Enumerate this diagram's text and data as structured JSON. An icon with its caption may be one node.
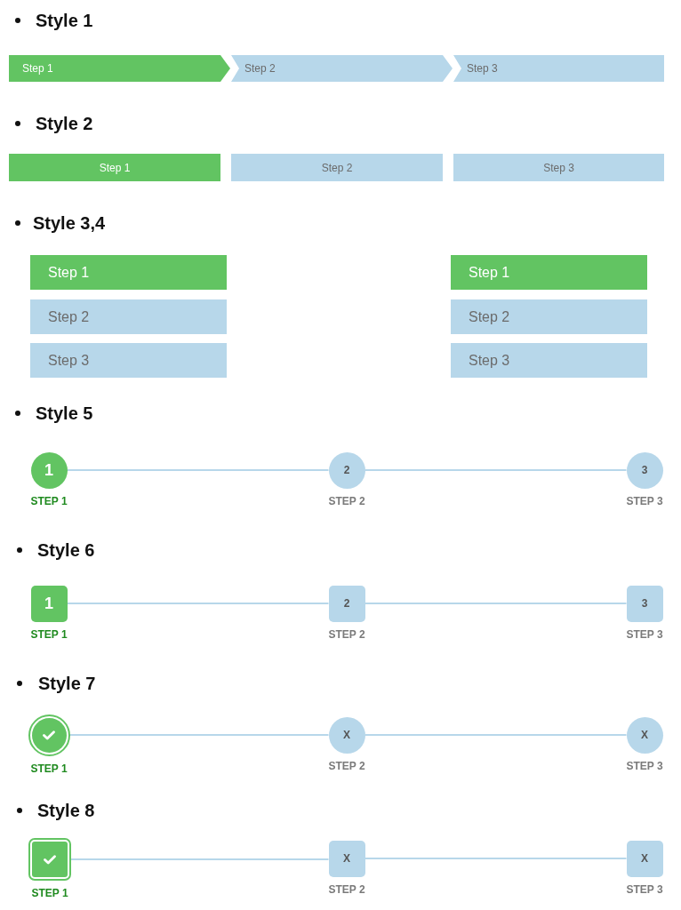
{
  "diagram": {
    "nodes": [
      {
        "text": [
          "Step 1"
        ]
      },
      {
        "text": [
          "Step 2"
        ]
      },
      {
        "text": [
          "Step 3"
        ]
      },
      {
        "text": [
          "Step 1"
        ]
      },
      {
        "text": [
          "Step 2"
        ]
      },
      {
        "text": [
          "Step 3"
        ]
      },
      {
        "text": [
          "Step 1"
        ]
      },
      {
        "text": [
          "Step 2"
        ]
      },
      {
        "text": [
          "Step 3"
        ]
      },
      {
        "text": [
          "Step 1"
        ]
      },
      {
        "text": [
          "Step 2"
        ]
      },
      {
        "text": [
          "Step 3"
        ]
      },
      {
        "text": [
          "1"
        ],
        "beside": [
          "STEP 1"
        ]
      },
      {
        "text": [
          "2"
        ],
        "beside": [
          "STEP 2"
        ]
      },
      {
        "text": [
          "3"
        ],
        "beside": [
          "STEP 3"
        ]
      },
      {
        "text": [
          "1"
        ],
        "beside": [
          "STEP 1"
        ]
      },
      {
        "text": [
          "2"
        ],
        "beside": [
          "STEP 2"
        ]
      },
      {
        "text": [
          "3"
        ],
        "beside": [
          "STEP 3"
        ]
      },
      {
        "text": [],
        "shape": "circle",
        "beside": [
          "STEP 1"
        ]
      },
      {
        "text": [
          "X"
        ],
        "beside": [
          "STEP 2"
        ]
      },
      {
        "text": [
          "X"
        ],
        "beside": [
          "STEP 3"
        ]
      },
      {
        "text": [],
        "shape": "box",
        "beside": [
          "STEP 1"
        ]
      },
      {
        "text": [
          "X"
        ],
        "beside": [
          "STEP 2"
        ]
      },
      {
        "text": [
          "X"
        ],
        "beside": [
          "STEP 3"
        ]
      }
    ],
    "edges": [
      {
        "from": 12,
        "to": 13,
        "arrow": "none"
      },
      {
        "from": 13,
        "to": 14,
        "arrow": "none"
      },
      {
        "from": 15,
        "to": 16,
        "arrow": "none"
      },
      {
        "from": 16,
        "to": 17,
        "arrow": "none"
      },
      {
        "from": 18,
        "to": 19,
        "arrow": "none"
      },
      {
        "from": 19,
        "to": 20,
        "arrow": "none"
      },
      {
        "from": 21,
        "to": 22,
        "arrow": "none"
      },
      {
        "from": 22,
        "to": 23,
        "arrow": "none"
      }
    ],
    "labels": [
      "Style 1",
      "Style 2",
      "Style 3,4",
      "Style 5",
      "Style 6",
      "Style 7",
      "Style 8"
    ]
  }
}
